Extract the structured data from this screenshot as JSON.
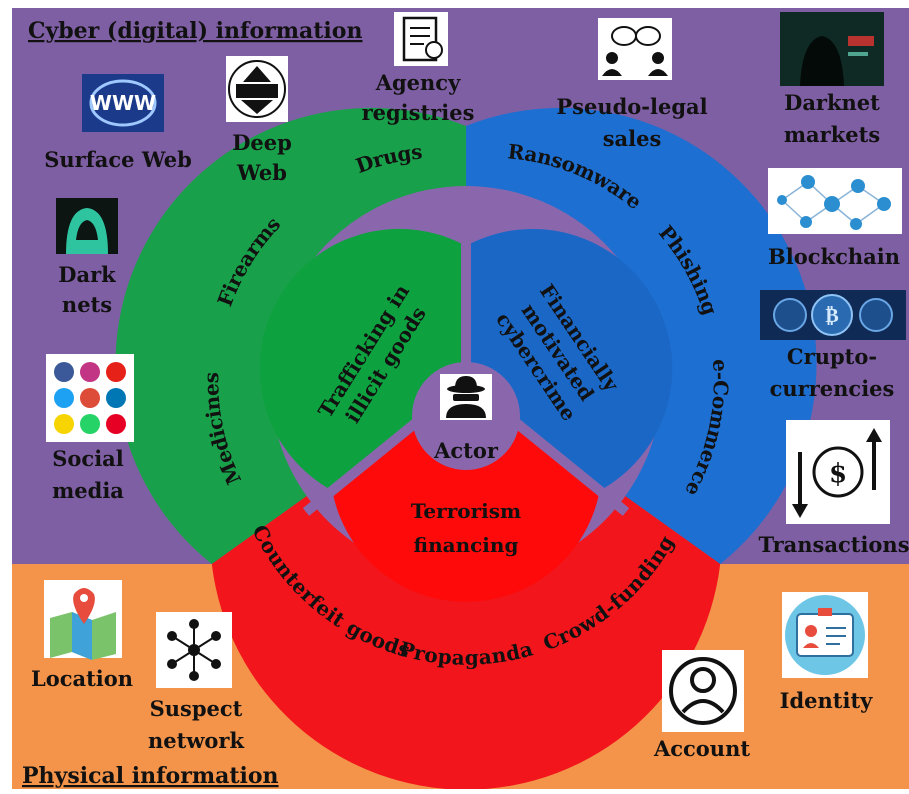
{
  "regions": {
    "cyber": {
      "title": "Cyber (digital) information",
      "color": "#7f5fa3"
    },
    "physical": {
      "title": "Physical information",
      "color": "#f3944a"
    }
  },
  "center": {
    "label": "Actor",
    "icon": "spy-icon"
  },
  "inner_sectors": [
    {
      "label_lines": [
        "Trafficking in",
        "illicit goods"
      ],
      "color": "#0ea13f"
    },
    {
      "label_lines": [
        "Financially",
        "motivated",
        "cybercrime"
      ],
      "color": "#1a67c6"
    },
    {
      "label_lines": [
        "Terrorism",
        "financing"
      ],
      "color": "#ff0a0a"
    }
  ],
  "outer_ring": {
    "green": [
      "Drugs",
      "Firearms",
      "Medicines"
    ],
    "blue": [
      "Ransomware",
      "Phishing",
      "e-Commerce"
    ],
    "red": [
      "Counterfeit goods",
      "Propaganda",
      "Crowd-funding"
    ]
  },
  "cyber_items": [
    {
      "label_lines": [
        "Surface Web"
      ],
      "icon": "www-globe-icon"
    },
    {
      "label_lines": [
        "Deep",
        "Web"
      ],
      "icon": "deep-web-iceberg-icon"
    },
    {
      "label_lines": [
        "Agency",
        "registries"
      ],
      "icon": "document-registry-icon"
    },
    {
      "label_lines": [
        "Pseudo-legal",
        "sales"
      ],
      "icon": "pseudo-legal-sales-icon"
    },
    {
      "label_lines": [
        "Darknet",
        "markets"
      ],
      "icon": "darknet-hacker-icon"
    },
    {
      "label_lines": [
        "Dark",
        "nets"
      ],
      "icon": "hooded-figure-icon"
    },
    {
      "label_lines": [
        "Blockchain"
      ],
      "icon": "blockchain-network-icon"
    },
    {
      "label_lines": [
        "Crupto-",
        "currencies"
      ],
      "icon": "cryptocurrency-coins-icon"
    },
    {
      "label_lines": [
        "Social",
        "media"
      ],
      "icon": "social-media-apps-icon"
    },
    {
      "label_lines": [
        "Transactions"
      ],
      "icon": "dollar-exchange-arrows-icon"
    }
  ],
  "physical_items": [
    {
      "label_lines": [
        "Location"
      ],
      "icon": "map-pin-icon"
    },
    {
      "label_lines": [
        "Suspect",
        "network"
      ],
      "icon": "network-nodes-icon"
    },
    {
      "label_lines": [
        "Account"
      ],
      "icon": "user-account-icon"
    },
    {
      "label_lines": [
        "Identity"
      ],
      "icon": "id-card-icon"
    }
  ]
}
